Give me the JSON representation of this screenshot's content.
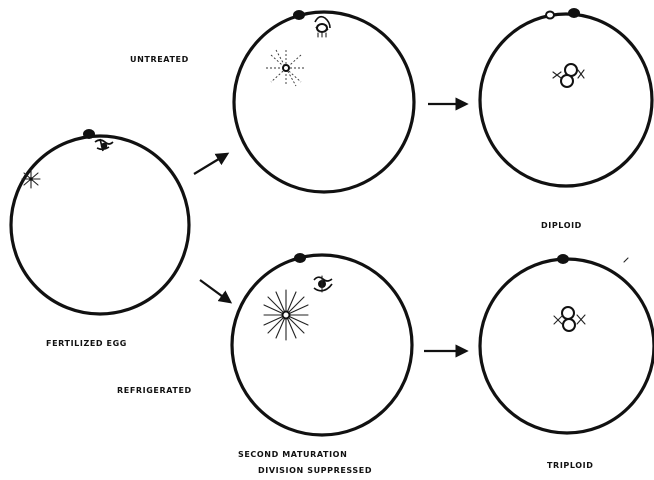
{
  "labels": {
    "untreated": "UNTREATED",
    "refrigerated": "REFRIGERATED",
    "fertilized_egg": "FERTILIZED EGG",
    "diploid": "DIPLOID",
    "triploid": "TRIPLOID",
    "second_maturation_line1": "SECOND MATURATION",
    "second_maturation_line2": "DIVISION SUPPRESSED"
  }
}
